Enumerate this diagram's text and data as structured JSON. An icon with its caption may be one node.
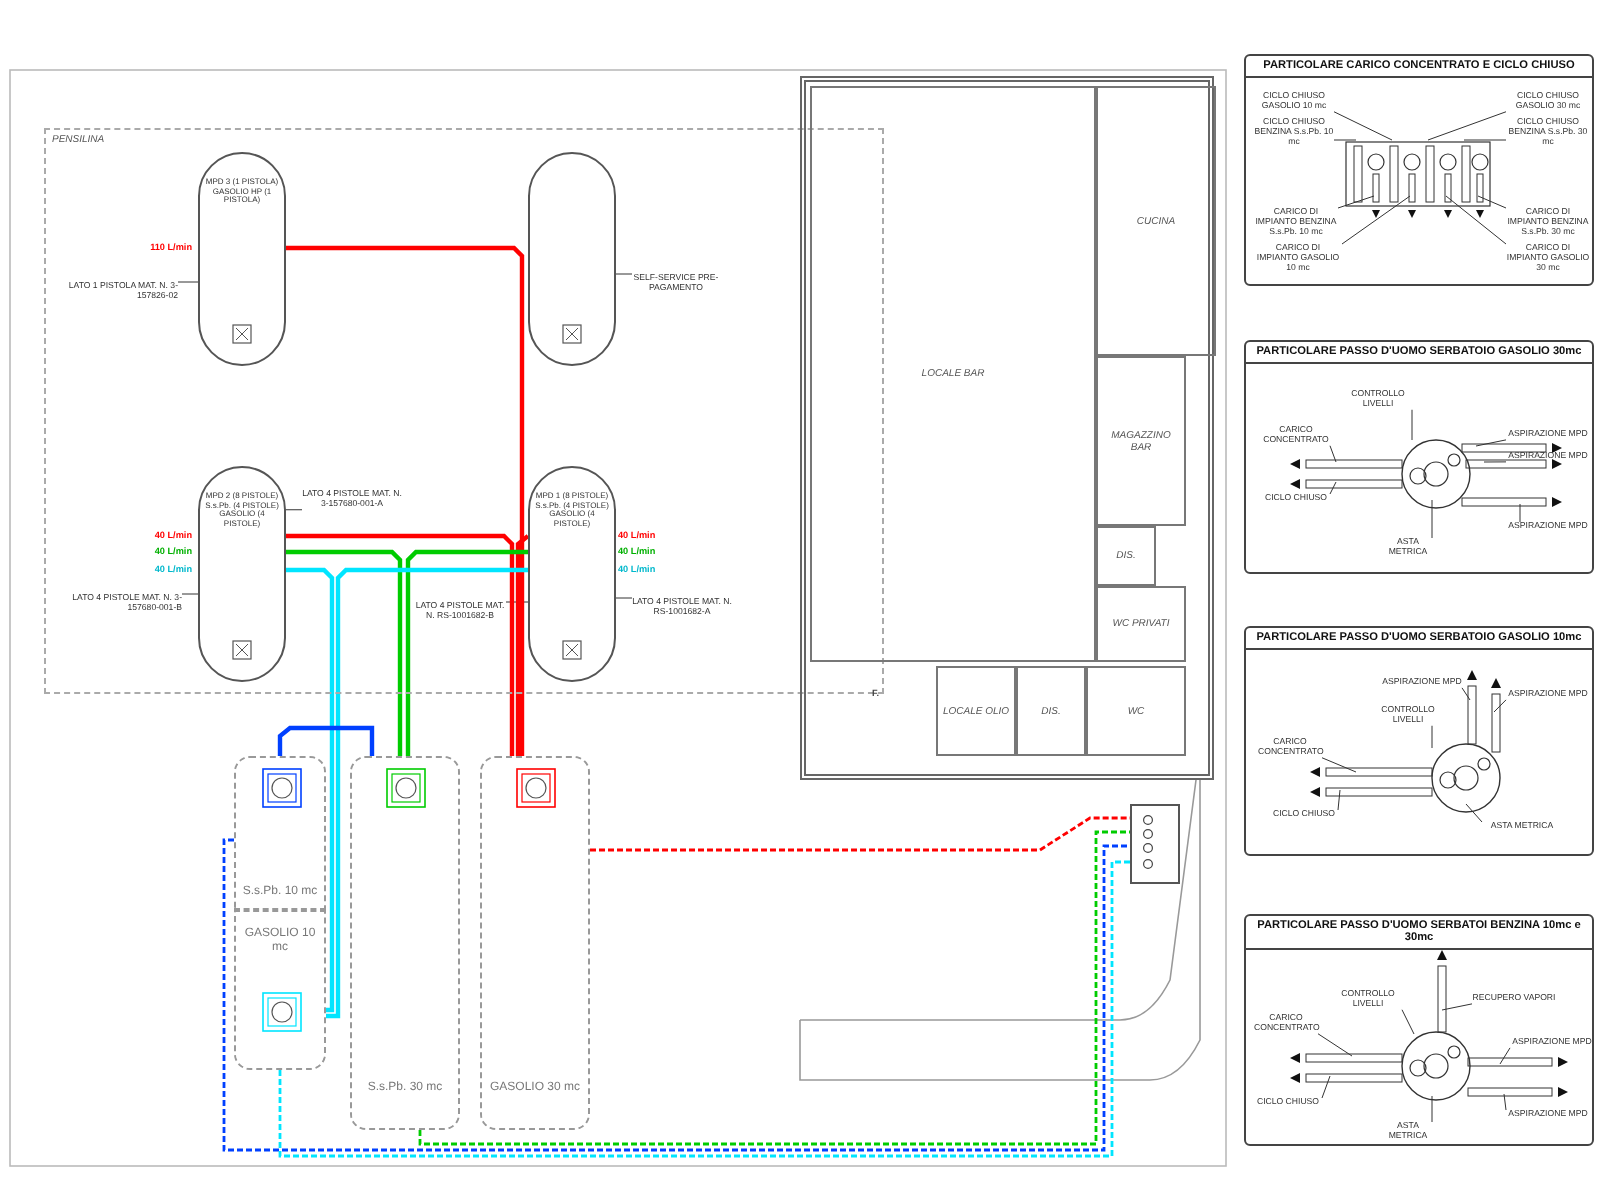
{
  "diagram": {
    "nodes": [
      {
        "text": [
          "PENSILINA"
        ]
      },
      {
        "text": [
          "MPD 3 (1 PISTOLA) GASOLIO HP (1 PISTOLA)"
        ],
        "in": 0
      },
      {
        "text": [
          "LATO 1 PISTOLA MAT. N. 3-157826-02"
        ],
        "in": 0
      },
      {
        "text": [],
        "shape": "box",
        "in": 0
      },
      {
        "text": [
          "SELF-SERVICE PRE-PAGAMENTO"
        ],
        "in": 0
      },
      {
        "text": [
          "MPD 2 (8 PISTOLE) S.s.Pb. (4 PISTOLE) GASOLIO (4 PISTOLE)"
        ],
        "in": 0
      },
      {
        "text": [
          "LATO 4 PISTOLE MAT. N. 3-157680-001-A"
        ],
        "in": 0
      },
      {
        "text": [
          "LATO 4 PISTOLE MAT. N. 3-157680-001-B"
        ],
        "in": 0
      },
      {
        "text": [
          "MPD 1 (8 PISTOLE) S.s.Pb. (4 PISTOLE) GASOLIO (4 PISTOLE)"
        ],
        "in": 0
      },
      {
        "text": [
          "LATO 4 PISTOLE MAT. N. RS-1001682-B"
        ],
        "in": 0
      },
      {
        "text": [
          "LATO 4 PISTOLE MAT. N. RS-1001682-A"
        ],
        "in": 0
      },
      {
        "text": [
          "S.s.Pb. 10 mc"
        ]
      },
      {
        "text": [
          "GASOLIO 10 mc"
        ]
      },
      {
        "text": [
          "S.s.Pb. 30 mc"
        ]
      },
      {
        "text": [
          "GASOLIO 30 mc"
        ]
      },
      {
        "text": [],
        "shape": "box"
      },
      {
        "text": [],
        "shape": "box"
      },
      {
        "text": [
          "CUCINA"
        ],
        "in": 16
      },
      {
        "text": [
          "LOCALE BAR"
        ],
        "in": 16
      },
      {
        "text": [
          "MAGAZZINO BAR"
        ],
        "in": 16
      },
      {
        "text": [
          "DIS."
        ],
        "in": 16
      },
      {
        "text": [
          "WC PRIVATI"
        ],
        "in": 16
      },
      {
        "text": [
          "LOCALE OLIO"
        ],
        "in": 16
      },
      {
        "text": [
          "DIS."
        ],
        "in": 16
      },
      {
        "text": [
          "WC"
        ],
        "in": 16
      },
      {
        "text": [
          "PARTICOLARE CARICO CONCENTRATO E CICLO CHIUSO"
        ]
      },
      {
        "text": [
          "CICLO CHIUSO GASOLIO 10 mc"
        ],
        "in": 25
      },
      {
        "text": [
          "CICLO CHIUSO GASOLIO 30 mc"
        ],
        "in": 25
      },
      {
        "text": [
          "CICLO CHIUSO BENZINA S.s.Pb. 10 mc"
        ],
        "in": 25
      },
      {
        "text": [
          "CICLO CHIUSO BENZINA S.s.Pb. 30 mc"
        ],
        "in": 25
      },
      {
        "text": [
          "CARICO DI IMPIANTO BENZINA S.s.Pb. 10 mc"
        ],
        "in": 25
      },
      {
        "text": [
          "CARICO DI IMPIANTO GASOLIO 10 mc"
        ],
        "in": 25
      },
      {
        "text": [
          "CARICO DI IMPIANTO GASOLIO 30 mc"
        ],
        "in": 25
      },
      {
        "text": [
          "CARICO DI IMPIANTO BENZINA S.s.Pb. 30 mc"
        ],
        "in": 25
      },
      {
        "text": [
          "PARTICOLARE PASSO D'UOMO SERBATOIO GASOLIO 30mc"
        ]
      },
      {
        "text": [
          "CONTROLLO LIVELLI"
        ],
        "in": 34
      },
      {
        "text": [
          "CARICO CONCENTRATO"
        ],
        "in": 34
      },
      {
        "text": [
          "CICLO CHIUSO"
        ],
        "in": 34
      },
      {
        "text": [
          "ASPIRAZIONE MPD"
        ],
        "in": 34
      },
      {
        "text": [
          "ASPIRAZIONE MPD"
        ],
        "in": 34
      },
      {
        "text": [
          "ASPIRAZIONE MPD"
        ],
        "in": 34
      },
      {
        "text": [
          "ASTA METRICA"
        ],
        "in": 34
      },
      {
        "text": [
          "PARTICOLARE PASSO D'UOMO SERBATOIO GASOLIO 10mc"
        ]
      },
      {
        "text": [
          "ASPIRAZIONE MPD"
        ],
        "in": 42
      },
      {
        "text": [
          "ASPIRAZIONE MPD"
        ],
        "in": 42
      },
      {
        "text": [
          "CONTROLLO LIVELLI"
        ],
        "in": 42
      },
      {
        "text": [
          "CARICO CONCENTRATO"
        ],
        "in": 42
      },
      {
        "text": [
          "CICLO CHIUSO"
        ],
        "in": 42
      },
      {
        "text": [
          "ASTA METRICA"
        ],
        "in": 42
      },
      {
        "text": [
          "PARTICOLARE PASSO D'UOMO SERBATOI BENZINA 10mc e 30mc"
        ]
      },
      {
        "text": [
          "CONTROLLO LIVELLI"
        ],
        "in": 49
      },
      {
        "text": [
          "RECUPERO VAPORI"
        ],
        "in": 49
      },
      {
        "text": [
          "CARICO CONCENTRATO"
        ],
        "in": 49
      },
      {
        "text": [
          "ASPIRAZIONE MPD"
        ],
        "in": 49
      },
      {
        "text": [
          "CICLO CHIUSO"
        ],
        "in": 49
      },
      {
        "text": [
          "ASPIRAZIONE MPD"
        ],
        "in": 49
      },
      {
        "text": [
          "ASTA METRICA"
        ],
        "in": 49
      }
    ],
    "edges": [
      {
        "from": 2,
        "to": 1,
        "arrow": "none"
      },
      {
        "from": 4,
        "to": 3,
        "arrow": "none"
      },
      {
        "from": 6,
        "to": 5,
        "arrow": "none"
      },
      {
        "from": 7,
        "to": 5,
        "arrow": "none"
      },
      {
        "from": 9,
        "to": 8,
        "arrow": "none"
      },
      {
        "from": 10,
        "to": 8,
        "arrow": "none"
      },
      {
        "from": 14,
        "to": 1,
        "arrow": "none",
        "style": "thick",
        "color": "#ff0000"
      },
      {
        "from": 14,
        "to": 5,
        "arrow": "none",
        "style": "thick",
        "color": "#ff0000"
      },
      {
        "from": 14,
        "to": 8,
        "arrow": "none",
        "style": "thick",
        "color": "#ff0000"
      },
      {
        "from": 13,
        "to": 5,
        "arrow": "none",
        "style": "thick",
        "color": "#00cc00"
      },
      {
        "from": 13,
        "to": 8,
        "arrow": "none",
        "style": "thick",
        "color": "#00cc00"
      },
      {
        "from": 12,
        "to": 5,
        "arrow": "none",
        "style": "thick",
        "color": "#00e5ff"
      },
      {
        "from": 12,
        "to": 8,
        "arrow": "none",
        "style": "thick",
        "color": "#00e5ff"
      },
      {
        "from": 11,
        "to": 13,
        "arrow": "none",
        "style": "thick",
        "color": "#0040ff"
      },
      {
        "from": 14,
        "to": 15,
        "arrow": "none",
        "style": "dashed",
        "color": "#ff0000"
      },
      {
        "from": 13,
        "to": 15,
        "arrow": "none",
        "style": "dashed",
        "color": "#00cc00"
      },
      {
        "from": 11,
        "to": 15,
        "arrow": "none",
        "style": "dashed",
        "color": "#0040ff"
      },
      {
        "from": 12,
        "to": 15,
        "arrow": "none",
        "style": "dashed",
        "color": "#00e5ff"
      },
      {
        "from": 26,
        "to": null,
        "arrow": "none"
      },
      {
        "from": 27,
        "to": null,
        "arrow": "none"
      },
      {
        "from": 28,
        "to": null,
        "arrow": "none"
      },
      {
        "from": 29,
        "to": null,
        "arrow": "none"
      },
      {
        "from": 30,
        "to": null,
        "arrow": "none"
      },
      {
        "from": 31,
        "to": null,
        "arrow": "none"
      },
      {
        "from": 32,
        "to": null,
        "arrow": "none"
      },
      {
        "from": 33,
        "to": null,
        "arrow": "none"
      },
      {
        "from": 35,
        "to": null,
        "arrow": "none"
      },
      {
        "from": 36,
        "to": null,
        "arrow": "none"
      },
      {
        "from": 37,
        "to": null,
        "arrow": "none"
      },
      {
        "from": 38,
        "to": null,
        "arrow": "none"
      },
      {
        "from": 39,
        "to": null,
        "arrow": "none"
      },
      {
        "from": 40,
        "to": null,
        "arrow": "none"
      },
      {
        "from": 41,
        "to": null,
        "arrow": "none"
      },
      {
        "from": 43,
        "to": null,
        "arrow": "none"
      },
      {
        "from": 44,
        "to": null,
        "arrow": "none"
      },
      {
        "from": 45,
        "to": null,
        "arrow": "none"
      },
      {
        "from": 46,
        "to": null,
        "arrow": "none"
      },
      {
        "from": 47,
        "to": null,
        "arrow": "none"
      },
      {
        "from": 48,
        "to": null,
        "arrow": "none"
      },
      {
        "from": 50,
        "to": null,
        "arrow": "none"
      },
      {
        "from": 51,
        "to": null,
        "arrow": "none"
      },
      {
        "from": 52,
        "to": null,
        "arrow": "none"
      },
      {
        "from": 53,
        "to": null,
        "arrow": "none"
      },
      {
        "from": 54,
        "to": null,
        "arrow": "none"
      },
      {
        "from": 55,
        "to": null,
        "arrow": "none"
      },
      {
        "from": 56,
        "to": null,
        "arrow": "none"
      }
    ],
    "labels": [
      "110 L/min",
      "40 L/min",
      "40 L/min",
      "40 L/min",
      "40 L/min",
      "40 L/min",
      "40 L/min",
      "F."
    ]
  }
}
